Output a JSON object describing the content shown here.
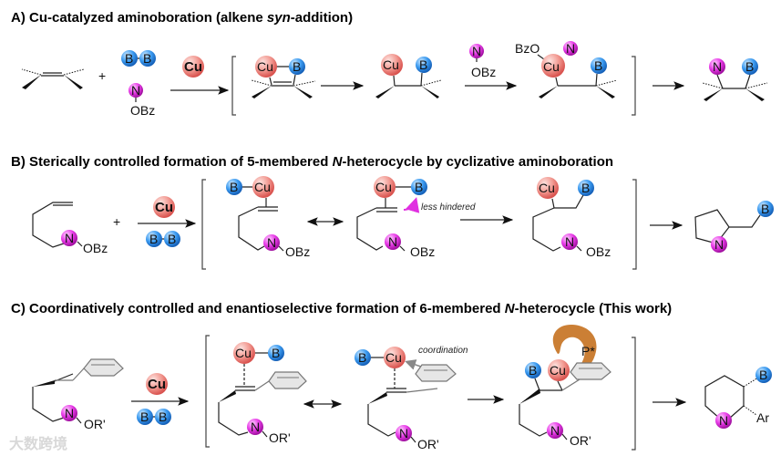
{
  "sections": [
    {
      "id": "A",
      "title_parts": [
        "A) Cu-catalyzed aminoboration (alkene ",
        "syn",
        "-addition)"
      ],
      "reagents": {
        "diboron": [
          "B",
          "B"
        ],
        "amine": "N",
        "leaving_group": "OBz",
        "plus": "+",
        "catalyst": "Cu"
      },
      "intermediates": [
        {
          "atoms": [
            "Cu",
            "B"
          ]
        },
        {
          "atoms": [
            "Cu",
            "B"
          ]
        },
        {
          "atoms": [
            "BzO",
            "N",
            "Cu",
            "B"
          ],
          "reagent_above_arrow": {
            "atom": "N",
            "group": "OBz"
          }
        }
      ],
      "product": {
        "atoms": [
          "N",
          "B"
        ]
      }
    },
    {
      "id": "B",
      "title_parts": [
        "B) Sterically controlled formation of 5-membered ",
        "N",
        "-heterocycle by cyclizative aminoboration"
      ],
      "substrate": {
        "atom": "N",
        "group": "OBz"
      },
      "plus": "+",
      "catalyst": "Cu",
      "diboron": [
        "B",
        "B"
      ],
      "intermediates": [
        {
          "atoms": [
            "B",
            "Cu",
            "N"
          ],
          "group": "OBz"
        },
        {
          "atoms": [
            "Cu",
            "B",
            "N"
          ],
          "group": "OBz",
          "annotation": "less hindered"
        },
        {
          "atoms": [
            "Cu",
            "B",
            "N"
          ],
          "group": "OBz"
        }
      ],
      "product": {
        "atoms": [
          "N",
          "B"
        ]
      }
    },
    {
      "id": "C",
      "title_parts": [
        "C) Coordinatively controlled and enantioselective formation of 6-membered ",
        "N",
        "-heterocycle (This work)"
      ],
      "substrate": {
        "atom": "N",
        "group": "OR'"
      },
      "catalyst": "Cu",
      "diboron": [
        "B",
        "B"
      ],
      "intermediates": [
        {
          "atoms": [
            "Cu",
            "B",
            "N"
          ],
          "group": "OR'"
        },
        {
          "atoms": [
            "B",
            "Cu",
            "N"
          ],
          "group": "OR'",
          "annotation": "coordination"
        },
        {
          "atoms": [
            "B",
            "Cu",
            "N"
          ],
          "group": "OR'",
          "ligand": "P*"
        }
      ],
      "product": {
        "atoms": [
          "N",
          "B"
        ],
        "substituent": "Ar"
      }
    }
  ],
  "colors": {
    "copper": "#f08a84",
    "boron": "#2f8fe0",
    "nitrogen": "#e030e0",
    "ligand": "#c8782a"
  },
  "watermark": "大数跨境"
}
